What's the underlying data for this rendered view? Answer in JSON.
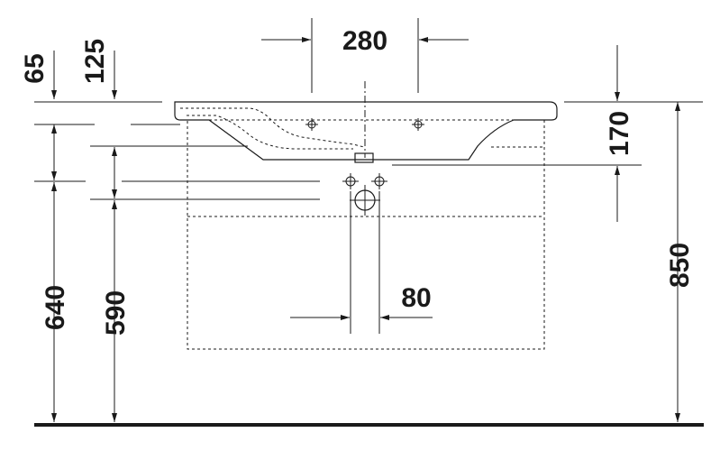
{
  "dimensions": {
    "d280": "280",
    "d65": "65",
    "d125": "125",
    "d170": "170",
    "d850": "850",
    "d640": "640",
    "d590": "590",
    "d80": "80"
  }
}
